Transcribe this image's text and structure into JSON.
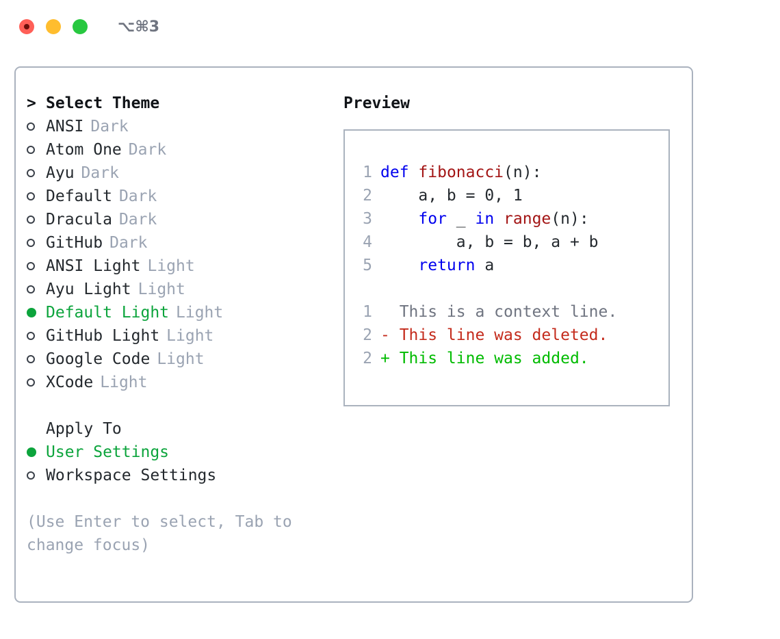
{
  "window": {
    "shortcut": "⌥⌘3",
    "traffic_lights": [
      "close-red",
      "minimize-yellow",
      "maximize-green"
    ]
  },
  "theme_list": {
    "header": "Select Theme",
    "header_prefix": ">",
    "items": [
      {
        "label": "ANSI",
        "badge": "Dark",
        "selected": false
      },
      {
        "label": "Atom One",
        "badge": "Dark",
        "selected": false
      },
      {
        "label": "Ayu",
        "badge": "Dark",
        "selected": false
      },
      {
        "label": "Default",
        "badge": "Dark",
        "selected": false
      },
      {
        "label": "Dracula",
        "badge": "Dark",
        "selected": false
      },
      {
        "label": "GitHub",
        "badge": "Dark",
        "selected": false
      },
      {
        "label": "ANSI Light",
        "badge": "Light",
        "selected": false
      },
      {
        "label": "Ayu Light",
        "badge": "Light",
        "selected": false
      },
      {
        "label": "Default Light",
        "badge": "Light",
        "selected": true
      },
      {
        "label": "GitHub Light",
        "badge": "Light",
        "selected": false
      },
      {
        "label": "Google Code",
        "badge": "Light",
        "selected": false
      },
      {
        "label": "XCode",
        "badge": "Light",
        "selected": false
      }
    ]
  },
  "apply_to": {
    "header": "Apply To",
    "items": [
      {
        "label": "User Settings",
        "selected": true
      },
      {
        "label": "Workspace Settings",
        "selected": false
      }
    ]
  },
  "help_text": "(Use Enter to select, Tab to change focus)",
  "preview": {
    "title": "Preview",
    "code_lines": [
      {
        "no": "1",
        "tokens": [
          {
            "t": "def",
            "c": "kw"
          },
          {
            "t": " ",
            "c": "plain"
          },
          {
            "t": "fibonacci",
            "c": "fn"
          },
          {
            "t": "(n):",
            "c": "plain"
          }
        ]
      },
      {
        "no": "2",
        "tokens": [
          {
            "t": "    a, b = 0, 1",
            "c": "plain"
          }
        ]
      },
      {
        "no": "3",
        "tokens": [
          {
            "t": "    ",
            "c": "plain"
          },
          {
            "t": "for",
            "c": "kw"
          },
          {
            "t": " _ ",
            "c": "plain"
          },
          {
            "t": "in",
            "c": "kw"
          },
          {
            "t": " ",
            "c": "plain"
          },
          {
            "t": "range",
            "c": "fn"
          },
          {
            "t": "(n):",
            "c": "plain"
          }
        ]
      },
      {
        "no": "4",
        "tokens": [
          {
            "t": "        a, b = b, a + b",
            "c": "plain"
          }
        ]
      },
      {
        "no": "5",
        "tokens": [
          {
            "t": "    ",
            "c": "plain"
          },
          {
            "t": "return",
            "c": "kw"
          },
          {
            "t": " a",
            "c": "plain"
          }
        ]
      }
    ],
    "diff_lines": [
      {
        "no": "1",
        "text": "  This is a context line.",
        "kind": "ctx"
      },
      {
        "no": "2",
        "text": "- This line was deleted.",
        "kind": "del"
      },
      {
        "no": "2",
        "text": "+ This line was added.",
        "kind": "add"
      }
    ]
  },
  "colors": {
    "accent_green": "#0ca43c",
    "badge_gray": "#9aa3b2",
    "keyword_blue": "#0000ee",
    "function_red": "#a31515",
    "diff_delete": "#c42b1c",
    "diff_add": "#00bb00",
    "border": "#aab2be"
  }
}
